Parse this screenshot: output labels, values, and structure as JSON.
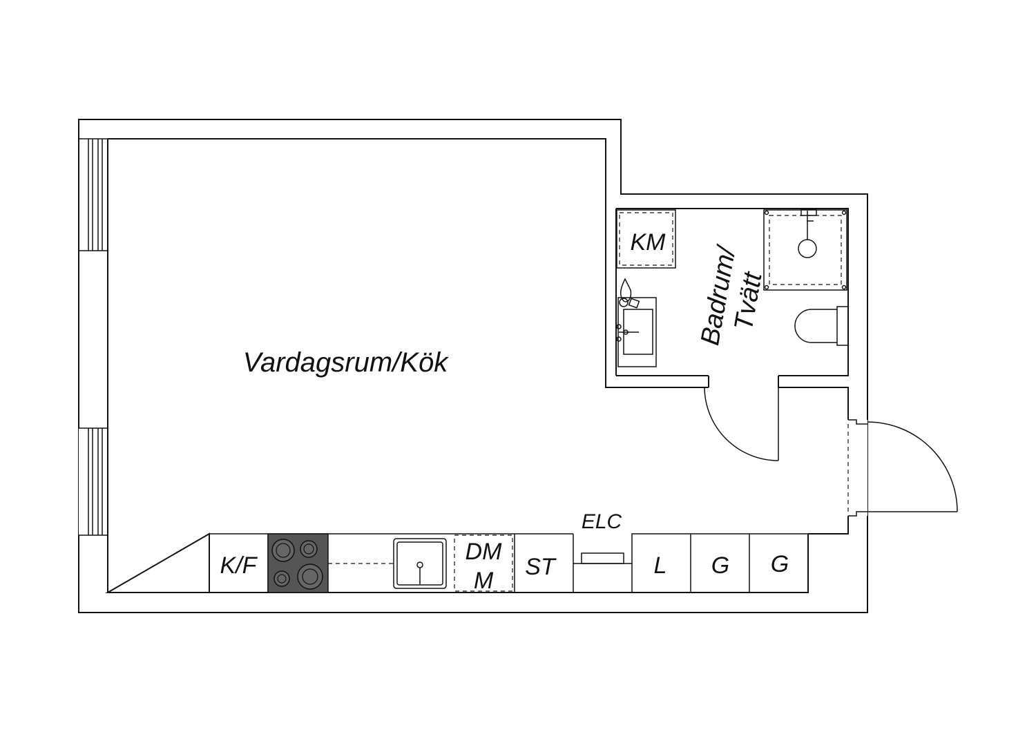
{
  "rooms": {
    "living": "Vardagsrum/Kök",
    "bath_line1": "Badrum/",
    "bath_line2": "Tvätt"
  },
  "appliances": {
    "washer": "KM",
    "fridge_freezer": "K/F",
    "dishwasher_line1": "DM",
    "dishwasher_line2": "M",
    "storage": "ST",
    "electric_cabinet": "ELC",
    "closet": "L",
    "wardrobe_1": "G",
    "wardrobe_2": "G"
  },
  "colors": {
    "line": "#111111",
    "stove": "#555555",
    "background": "#ffffff"
  }
}
